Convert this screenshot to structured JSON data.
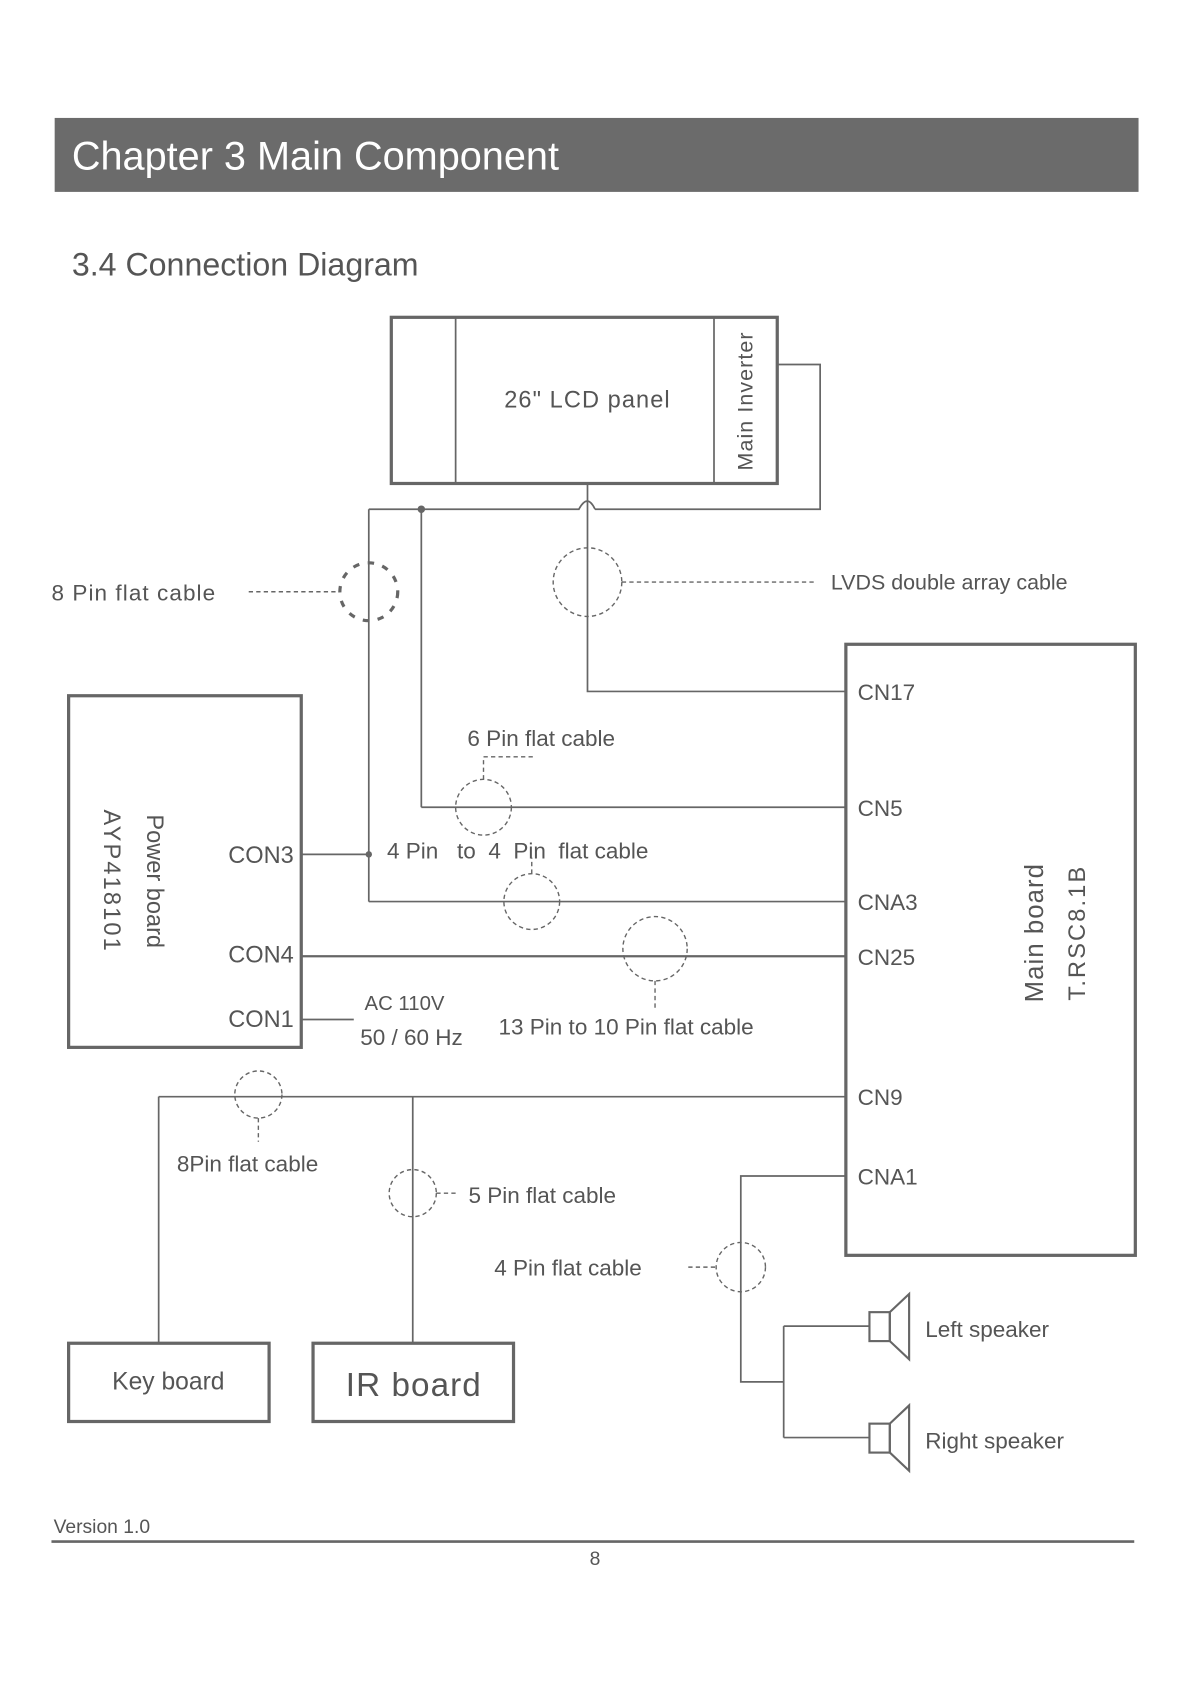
{
  "header": {
    "chapter_title": "Chapter 3 Main Component",
    "bar_color": "#6b6b6b",
    "title_color": "#ffffff"
  },
  "section": {
    "title": "3.4 Connection Diagram"
  },
  "diagram": {
    "lcd_panel": {
      "label": "26\" LCD panel",
      "inverter_label": "Main Inverter"
    },
    "power_board": {
      "name": "Power board",
      "model": "AYP418101",
      "connectors": [
        "CON3",
        "CON4",
        "CON1"
      ]
    },
    "main_board": {
      "name": "Main board",
      "model": "T.RSC8.1B",
      "connectors": [
        "CN17",
        "CN5",
        "CNA3",
        "CN25",
        "CN9",
        "CNA1"
      ]
    },
    "key_board": {
      "label": "Key board"
    },
    "ir_board": {
      "label": "IR board"
    },
    "speakers": {
      "left": "Left speaker",
      "right": "Right speaker"
    },
    "cables": {
      "eight_pin_top": "8 Pin  flat cable",
      "lvds": "LVDS double array cable",
      "six_pin": "6 Pin  flat cable",
      "four_to_four": "4 Pin   to  4  Pin  flat cable",
      "thirteen_to_ten": "13 Pin to 10 Pin flat cable",
      "eight_pin_bottom": "8Pin flat cable",
      "five_pin": "5 Pin flat cable",
      "four_pin": "4 Pin flat cable"
    },
    "ac_input": {
      "line1": "AC 110V",
      "line2": "50 / 60 Hz"
    }
  },
  "footer": {
    "version": "Version 1.0",
    "page_number": "8"
  }
}
